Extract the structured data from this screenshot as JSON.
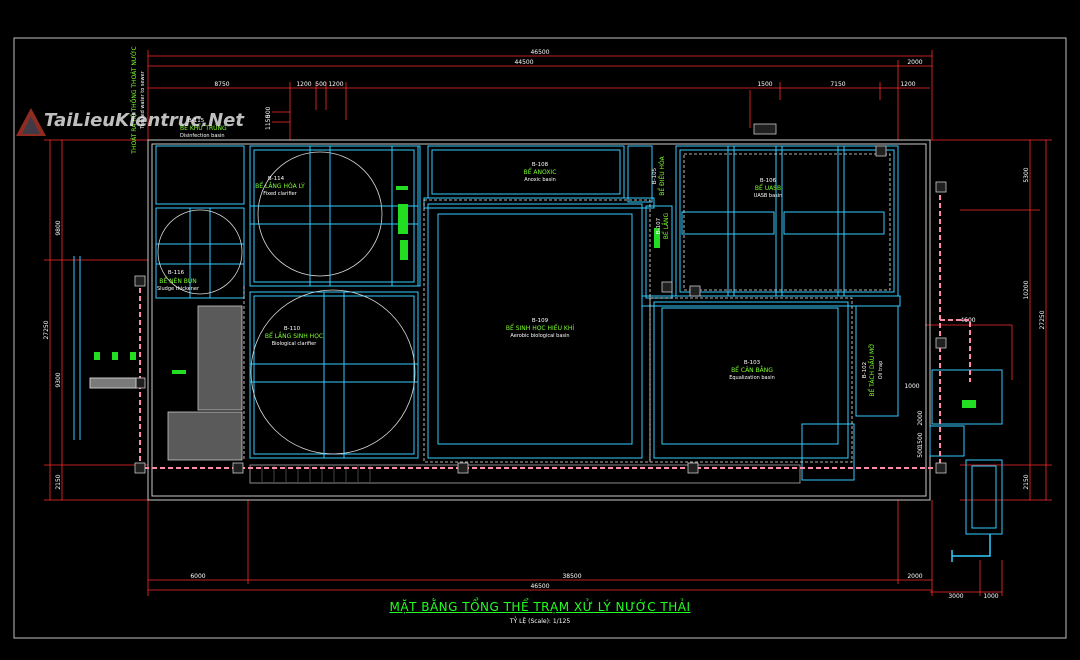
{
  "drawing": {
    "title": "MẶT BẰNG TỔNG THỂ TRẠM XỬ LÝ NƯỚC THẢI",
    "scale": "TỶ LỆ (Scale): 1/125",
    "watermark": "TaiLieuKientruc.Net"
  },
  "dimensions": {
    "top_overall": "46500",
    "top_inner": "44500",
    "top_right": "2000",
    "top_row": [
      "8750",
      "1200",
      "500",
      "1200",
      "1500",
      "7150",
      "1200"
    ],
    "left_small": [
      "1150",
      "500"
    ],
    "left_overall": "27250",
    "left_parts": [
      "9800",
      "9300",
      "2150"
    ],
    "right_overall": "27250",
    "right_parts": [
      "5300",
      "10200",
      "2150"
    ],
    "right_small": [
      "4600",
      "1000",
      "2000",
      "1500",
      "500"
    ],
    "bottom_overall": "46500",
    "bottom_parts": [
      "6000",
      "38500",
      "2000"
    ],
    "bottom_right": [
      "3000",
      "1000"
    ]
  },
  "tanks": [
    {
      "code": "B-115",
      "vn": "BỂ KHỬ TRÙNG",
      "en": "Disinfection basin"
    },
    {
      "code": "B-114",
      "vn": "BỂ LẮNG HÓA LÝ",
      "en": "Fixed clarifier"
    },
    {
      "code": "B-108",
      "vn": "BỂ ANOXIC",
      "en": "Anoxic basin"
    },
    {
      "code": "B-105",
      "vn": "BỂ ĐIỀU HÒA",
      "en": ""
    },
    {
      "code": "B-106",
      "vn": "BỂ UASB",
      "en": "UASB basin"
    },
    {
      "code": "B-116",
      "vn": "BỂ NÉN BÙN",
      "en": "Sludge thickener"
    },
    {
      "code": "B-107",
      "vn": "BỂ LẮNG",
      "en": ""
    },
    {
      "code": "B-110",
      "vn": "BỂ LẮNG SINH HỌC",
      "en": "Biological clarifier"
    },
    {
      "code": "B-109",
      "vn": "BỂ SINH HỌC HIẾU KHÍ",
      "en": "Aerobic biological basin"
    },
    {
      "code": "B-103",
      "vn": "BỂ CÂN BẰNG",
      "en": "Equalization basin"
    },
    {
      "code": "B-102",
      "vn": "BỂ TÁCH DẦU MỠ",
      "en": "Oil trap"
    }
  ],
  "side_notes": {
    "outlet": "THOÁT RA HỆ THỐNG THOÁT NƯỚC",
    "outlet_en": "Treated water to sewer"
  },
  "colors": {
    "background": "#000000",
    "tank_outline": "#33ccff",
    "dimension_line": "#ff2a2a",
    "wall": "#c8c8c8",
    "pipe_pink": "#ff8aa8",
    "label_green": "#7dff2e",
    "title_green": "#22ff22"
  }
}
